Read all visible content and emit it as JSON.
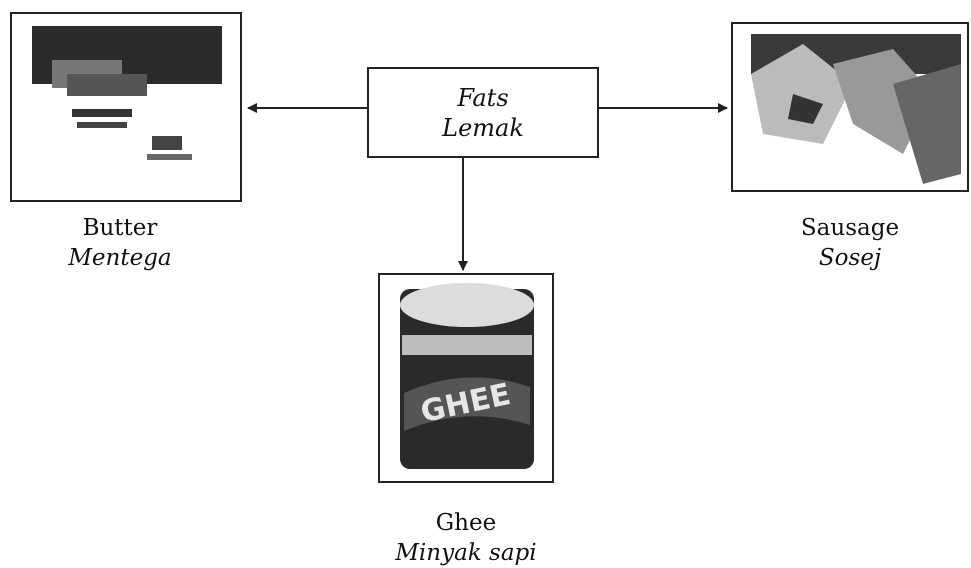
{
  "center": {
    "line1": "Fats",
    "line2": "Lemak"
  },
  "items": [
    {
      "english": "Butter",
      "malay": "Mentega",
      "image": "butter-photo"
    },
    {
      "english": "Sausage",
      "malay": "Sosej",
      "image": "sausage-photo"
    },
    {
      "english": "Ghee",
      "malay": "Minyak sapi",
      "image": "ghee-photo",
      "label_on_image": "GHEE"
    }
  ]
}
